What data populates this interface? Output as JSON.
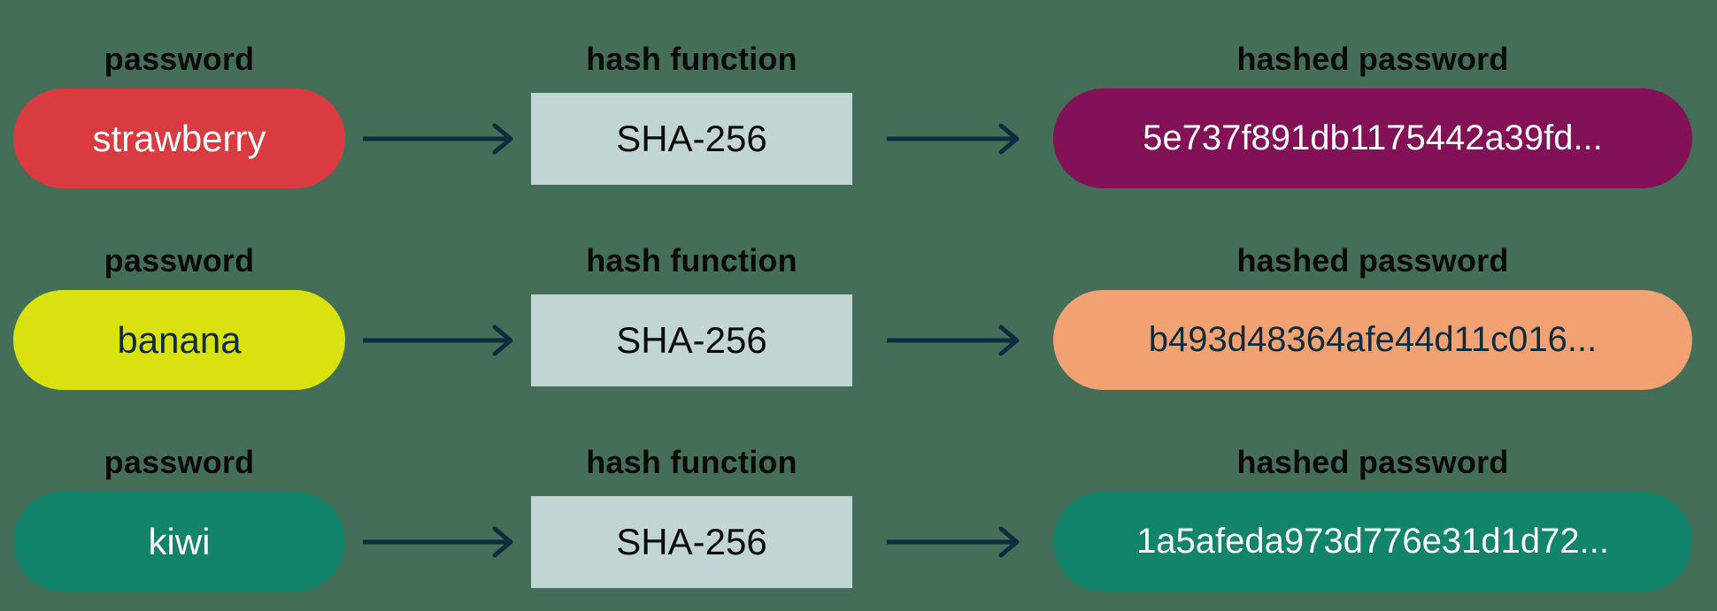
{
  "diagram": {
    "background_color": "#456E58",
    "arrow_color": "#0E2C3D",
    "label_color": "#0A0A0A",
    "columns": {
      "password_label": "password",
      "hash_label": "hash function",
      "hashed_label": "hashed password"
    },
    "hash_box": {
      "text": "SHA-256",
      "bg": "#C2D5D5",
      "text_color": "#0A0A0A"
    },
    "rows": [
      {
        "password": "strawberry",
        "password_bg": "#DA3B40",
        "password_text_color": "#FFFFFF",
        "hashed": "5e737f891db1175442a39fd...",
        "hashed_bg": "#821157",
        "hashed_text_color": "#FFFFFF"
      },
      {
        "password": "banana",
        "password_bg": "#D9E20F",
        "password_text_color": "#0E2C3D",
        "hashed": "b493d48364afe44d11c016...",
        "hashed_bg": "#F2A172",
        "hashed_text_color": "#0E2C3D"
      },
      {
        "password": "kiwi",
        "password_bg": "#12846B",
        "password_text_color": "#FFFFFF",
        "hashed": "1a5afeda973d776e31d1d72...",
        "hashed_bg": "#12846B",
        "hashed_text_color": "#FFFFFF"
      }
    ]
  }
}
